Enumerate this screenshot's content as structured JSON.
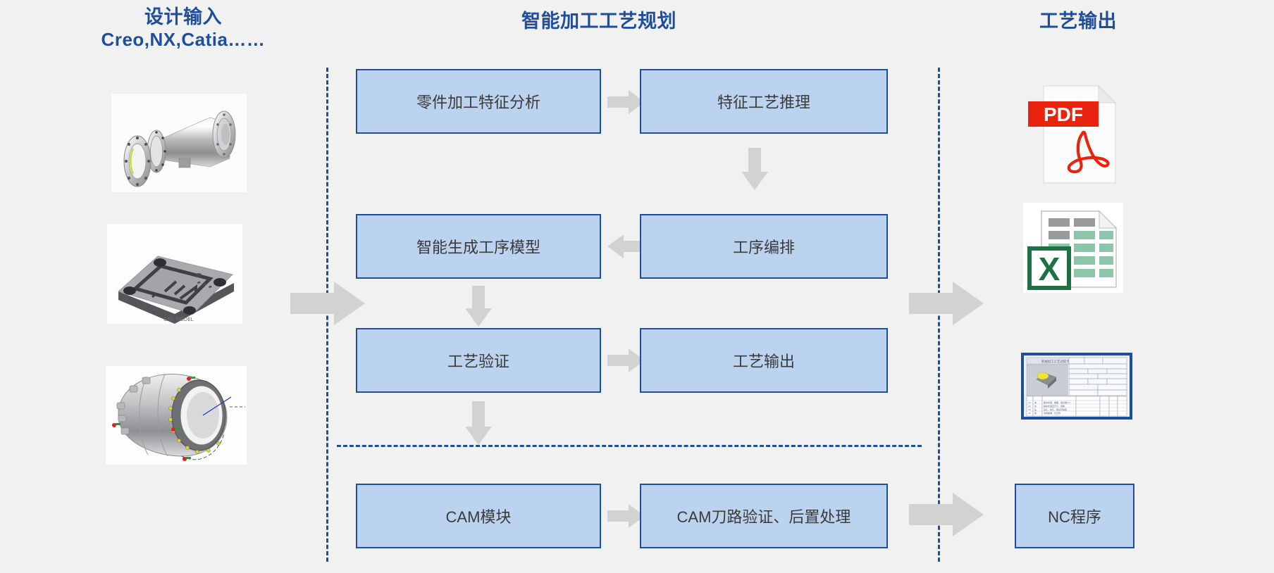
{
  "headers": {
    "left_line1": "设计输入",
    "left_line2": "Creo,NX,Catia……",
    "center": "智能加工工艺规划",
    "right": "工艺输出"
  },
  "colors": {
    "accent_blue": "#1f4e9c",
    "box_fill": "#bcd3f0",
    "box_border": "#1f4e9c",
    "arrow_gray": "#d2d2d0",
    "background": "#f1f1f1",
    "pdf_red": "#e8230f",
    "excel_green": "#1e7145"
  },
  "process_boxes": [
    {
      "id": "feature-analysis",
      "label": "零件加工特征分析"
    },
    {
      "id": "feature-reasoning",
      "label": "特征工艺推理"
    },
    {
      "id": "generate-op-model",
      "label": "智能生成工序模型"
    },
    {
      "id": "operation-sequence",
      "label": "工序编排"
    },
    {
      "id": "process-validation",
      "label": "工艺验证"
    },
    {
      "id": "process-output",
      "label": "工艺输出"
    },
    {
      "id": "cam-module",
      "label": "CAM模块"
    },
    {
      "id": "cam-toolpath",
      "label": "CAM刀路验证、后置处理"
    },
    {
      "id": "nc-program",
      "label": "NC程序"
    }
  ],
  "arrows": [
    {
      "id": "arrow-analysis-to-reasoning",
      "direction": "right"
    },
    {
      "id": "arrow-reasoning-to-sequence",
      "direction": "down"
    },
    {
      "id": "arrow-sequence-to-model",
      "direction": "left"
    },
    {
      "id": "arrow-model-to-validation",
      "direction": "down"
    },
    {
      "id": "arrow-validation-to-output",
      "direction": "right"
    },
    {
      "id": "arrow-validation-to-cam",
      "direction": "down"
    },
    {
      "id": "arrow-cam-to-toolpath",
      "direction": "right"
    },
    {
      "id": "arrow-input-to-planning",
      "direction": "right"
    },
    {
      "id": "arrow-planning-to-output",
      "direction": "right"
    },
    {
      "id": "arrow-toolpath-to-nc",
      "direction": "right"
    }
  ],
  "input_thumbnails": [
    {
      "id": "cad-shaft-housing",
      "alt": "轴套零件三维模型"
    },
    {
      "id": "cad-mold-plate",
      "alt": "模具型板三维模型"
    },
    {
      "id": "cad-casing-ring",
      "alt": "机匣环形件三维模型"
    }
  ],
  "output_icons": [
    {
      "id": "pdf-document",
      "label": "PDF",
      "alt": "PDF文档"
    },
    {
      "id": "excel-document",
      "label": "X",
      "alt": "Excel表格"
    },
    {
      "id": "process-sheet",
      "label": "",
      "alt": "工艺卡片图纸"
    }
  ]
}
